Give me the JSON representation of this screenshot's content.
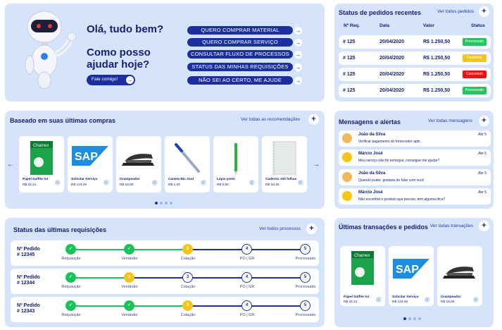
{
  "hero": {
    "greeting": "Olá, tudo bem?",
    "question_line1": "Como posso",
    "question_line2": "ajudar hoje?",
    "talk_button": "Fale comigo!",
    "options": [
      "QUERO COMPRAR MATERIAL",
      "QUERO COMPRAR SERVIÇO",
      "CONSULTAR FLUXO DE PROCESSOS",
      "STATUS DAS MINHAS REQUISIÇÕES",
      "NÃO SEI AO CERTO, ME AJUDE"
    ]
  },
  "orders": {
    "title": "Status de pedidos recentes",
    "see_all": "Ver todos pedidos",
    "headers": {
      "num": "Nº Req.",
      "date": "Data",
      "value": "Valor",
      "status": "Status"
    },
    "rows": [
      {
        "num": "# 125",
        "date": "20/04/2020",
        "value": "R$ 1.250,50",
        "status": "Processado",
        "color": "#22c55e"
      },
      {
        "num": "# 125",
        "date": "20/04/2020",
        "value": "R$ 1.250,50",
        "status": "Pendente",
        "color": "#f5c518"
      },
      {
        "num": "# 125",
        "date": "20/04/2020",
        "value": "R$ 1.250,50",
        "status": "Cancelado",
        "color": "#f20d0d"
      },
      {
        "num": "# 125",
        "date": "20/04/2020",
        "value": "R$ 1.250,50",
        "status": "Processado",
        "color": "#22c55e"
      }
    ]
  },
  "recommend": {
    "title": "Baseado em suas últimas compras",
    "see_all": "Ver todas as recomendações",
    "products": [
      {
        "name": "Papel Sulfite A4",
        "price": "R$ 34,41",
        "icon": "paper-ream-icon"
      },
      {
        "name": "Solicitar Serviço",
        "price": "R$ 123,45",
        "icon": "sap-logo-icon"
      },
      {
        "name": "Grampeador",
        "price": "R$ 18,00",
        "icon": "stapler-icon"
      },
      {
        "name": "Caneta Bic Azul",
        "price": "R$ 1,00",
        "icon": "pen-icon"
      },
      {
        "name": "Lápis preto",
        "price": "R$ 0,60",
        "icon": "pencil-icon"
      },
      {
        "name": "Caderno 100 folhas",
        "price": "R$ 18,40",
        "icon": "notebook-icon"
      }
    ]
  },
  "messages": {
    "title": "Mensagens e alertas",
    "see_all": "Ver todas mensagens",
    "items": [
      {
        "name": "João da Silva",
        "date": "Abr 5",
        "text": "Verificar pagamento do fornecedor apto"
      },
      {
        "name": "Márcio José",
        "date": "Abr 5",
        "text": "Meu serviço não foi entregue, consegue me ajudar?"
      },
      {
        "name": "João da Silva",
        "date": "Abr 5",
        "text": "Quando puder, gostaria de falar com você"
      },
      {
        "name": "Márcio José",
        "date": "Abr 5",
        "text": "Não encontrei o produto que preciso, tem alguma dica?"
      }
    ]
  },
  "requisitions": {
    "title": "Status das últimas requisições",
    "see_all": "Ver todos processos",
    "step_labels": [
      "Requisição",
      "Vendedor",
      "Cotação",
      "PO | GR",
      "Processado"
    ],
    "items": [
      {
        "label": "Nº Pedido",
        "num": "# 12345",
        "states": [
          "done",
          "done",
          "cur",
          "todo",
          "todo"
        ]
      },
      {
        "label": "Nº Pedido",
        "num": "# 12344",
        "states": [
          "done",
          "cur",
          "todo",
          "todo",
          "todo"
        ]
      },
      {
        "label": "Nº Pedido",
        "num": "# 12343",
        "states": [
          "done",
          "done",
          "cur",
          "todo",
          "todo"
        ]
      }
    ]
  },
  "transactions": {
    "title": "Últimas transações e pedidos",
    "see_all": "Ver todas transações",
    "products": [
      {
        "name": "Papel Sulfite A4",
        "price": "R$ 34,41",
        "icon": "paper-ream-icon"
      },
      {
        "name": "Solicitar Serviço",
        "price": "R$ 123,45",
        "icon": "sap-logo-icon"
      },
      {
        "name": "Grampeador",
        "price": "R$ 18,00",
        "icon": "stapler-icon"
      }
    ]
  }
}
